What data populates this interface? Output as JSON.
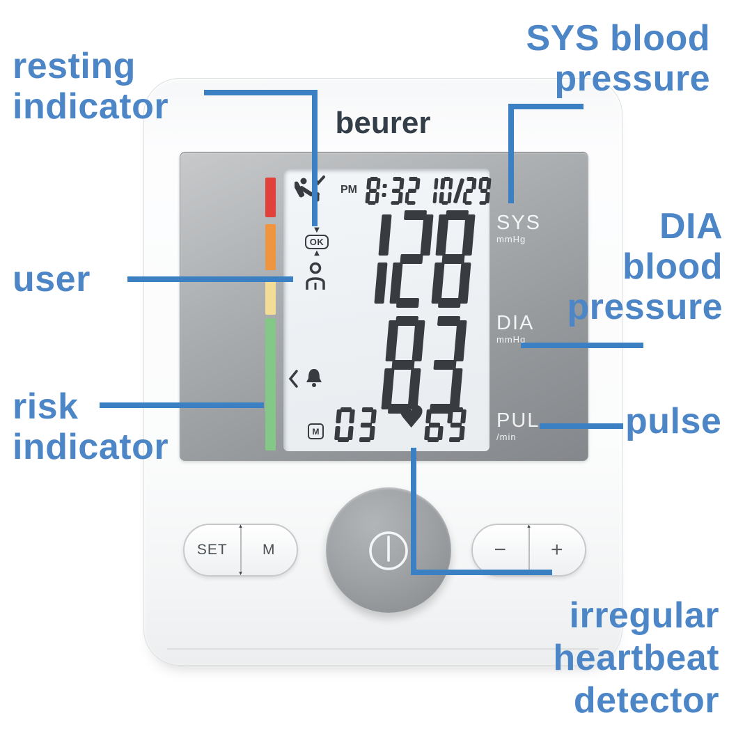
{
  "colors": {
    "label_blue": "#4d86c6",
    "line_blue": "#3c80c4",
    "digit_dark": "#383c40",
    "risk_red": "#e2403a",
    "risk_orange": "#f0953f",
    "risk_yellow": "#f3dc95",
    "risk_green": "#83c886"
  },
  "annotations": {
    "resting_indicator": [
      "resting",
      "indicator"
    ],
    "sys_blood_pressure": [
      "SYS blood",
      "pressure"
    ],
    "user": [
      "user"
    ],
    "risk_indicator": [
      "risk",
      "indicator"
    ],
    "dia_blood_pressure": [
      "DIA",
      "blood",
      "pressure"
    ],
    "pulse": [
      "pulse"
    ],
    "irregular_heartbeat_detector": [
      "irregular",
      "heartbeat",
      "detector"
    ]
  },
  "device": {
    "brand": "beurer",
    "display": {
      "meridiem": "PM",
      "time": "8:32",
      "date": "10/29",
      "systolic": "128",
      "diastolic": "83",
      "pulse": "69",
      "memory_count": "03",
      "memory_label": "M",
      "cuff_ok_label": "OK",
      "heart_glyph": "♥",
      "arrow_down_glyph": "▼",
      "arrow_up_glyph": "▲",
      "sys_label": "SYS",
      "sys_unit": "mmHg",
      "dia_label": "DIA",
      "dia_unit": "mmHg",
      "pul_label": "PUL",
      "pul_unit": "/min"
    },
    "buttons": {
      "set": "SET",
      "memory": "M",
      "minus": "−",
      "plus": "+",
      "divider_marker_up": "▴",
      "divider_marker_down": "▾"
    }
  }
}
